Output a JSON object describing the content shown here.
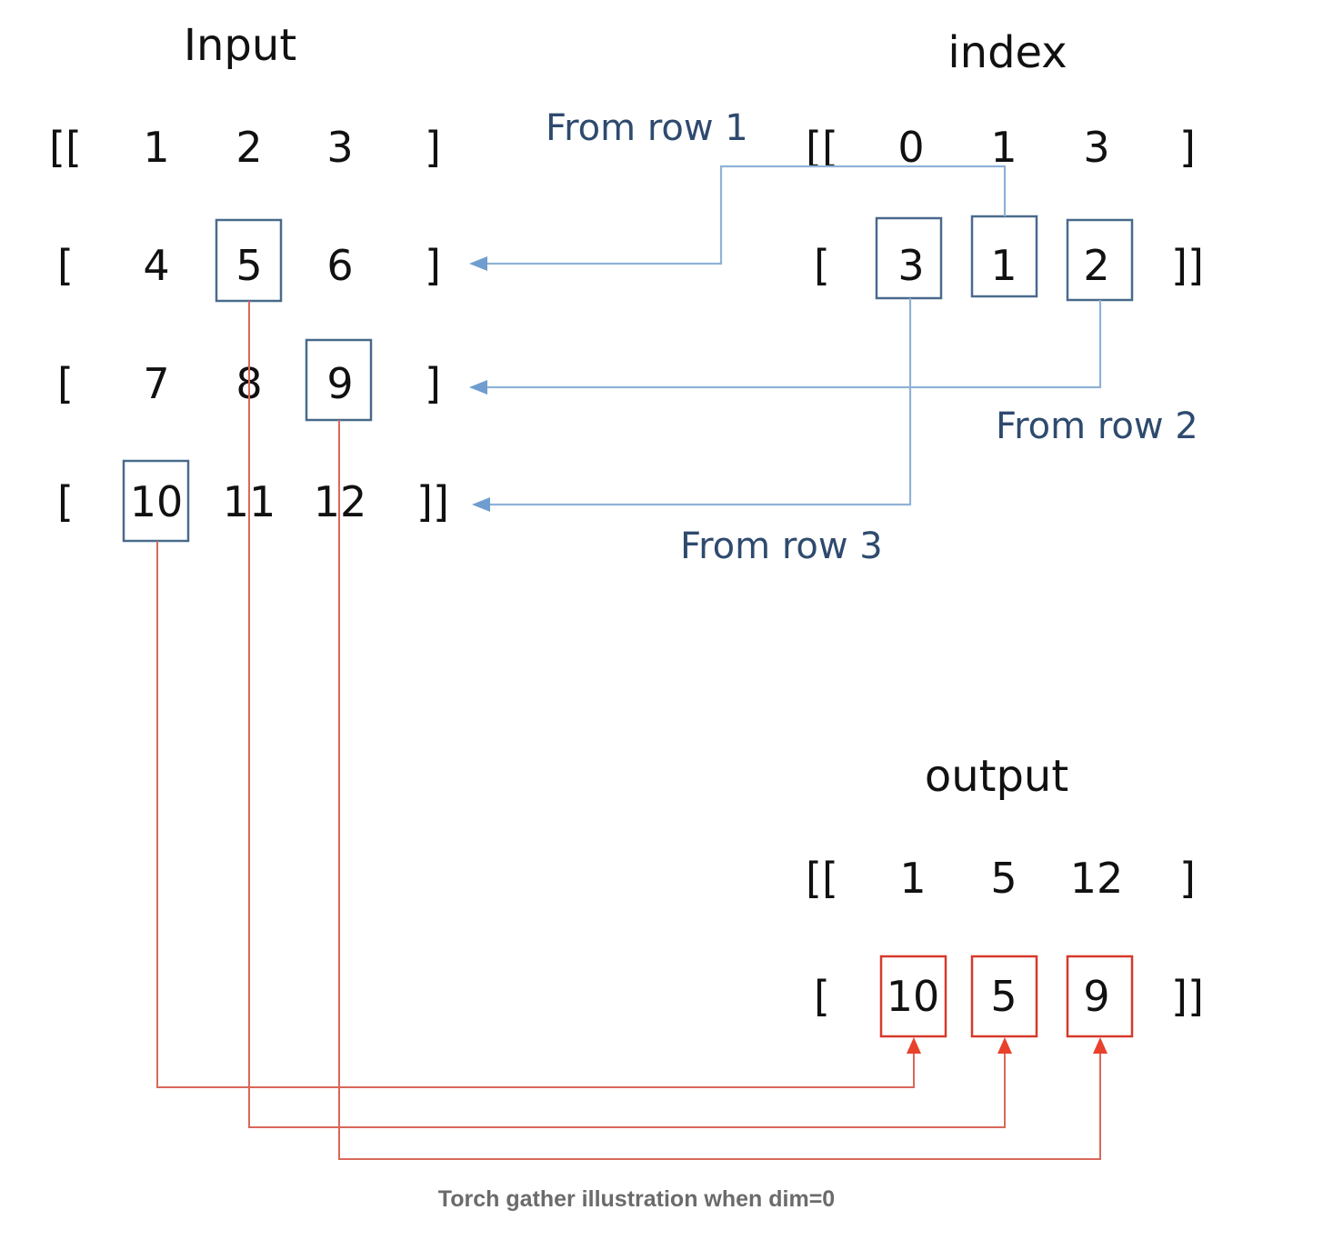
{
  "input": {
    "title": "Input",
    "rows": [
      {
        "open": "[[",
        "values": [
          "1",
          "2",
          "3"
        ],
        "close": "]"
      },
      {
        "open": "[",
        "values": [
          "4",
          "5",
          "6"
        ],
        "close": "]"
      },
      {
        "open": "[",
        "values": [
          "7",
          "8",
          "9"
        ],
        "close": "]"
      },
      {
        "open": "[",
        "values": [
          "10",
          "11",
          "12"
        ],
        "close": "]]"
      }
    ]
  },
  "index": {
    "title": "index",
    "rows": [
      {
        "open": "[[",
        "values": [
          "0",
          "1",
          "3"
        ],
        "close": "]"
      },
      {
        "open": "[",
        "values": [
          "3",
          "1",
          "2"
        ],
        "close": "]]"
      }
    ]
  },
  "output": {
    "title": "output",
    "rows": [
      {
        "open": "[[",
        "values": [
          "1",
          "5",
          "12"
        ],
        "close": "]"
      },
      {
        "open": "[",
        "values": [
          "10",
          "5",
          "9"
        ],
        "close": "]]"
      }
    ]
  },
  "annotations": {
    "from_row_1": "From row 1",
    "from_row_2": "From row 2",
    "from_row_3": "From row 3"
  },
  "caption": "Torch gather illustration when dim=0",
  "colors": {
    "text": "#111111",
    "annotation_text": "#2e4a6e",
    "index_box": "#4a6a8c",
    "index_arrow": "#8fb2d6",
    "output_box": "#d63a2a",
    "output_arrow": "#d9685a",
    "caption": "#6b6b6b"
  }
}
